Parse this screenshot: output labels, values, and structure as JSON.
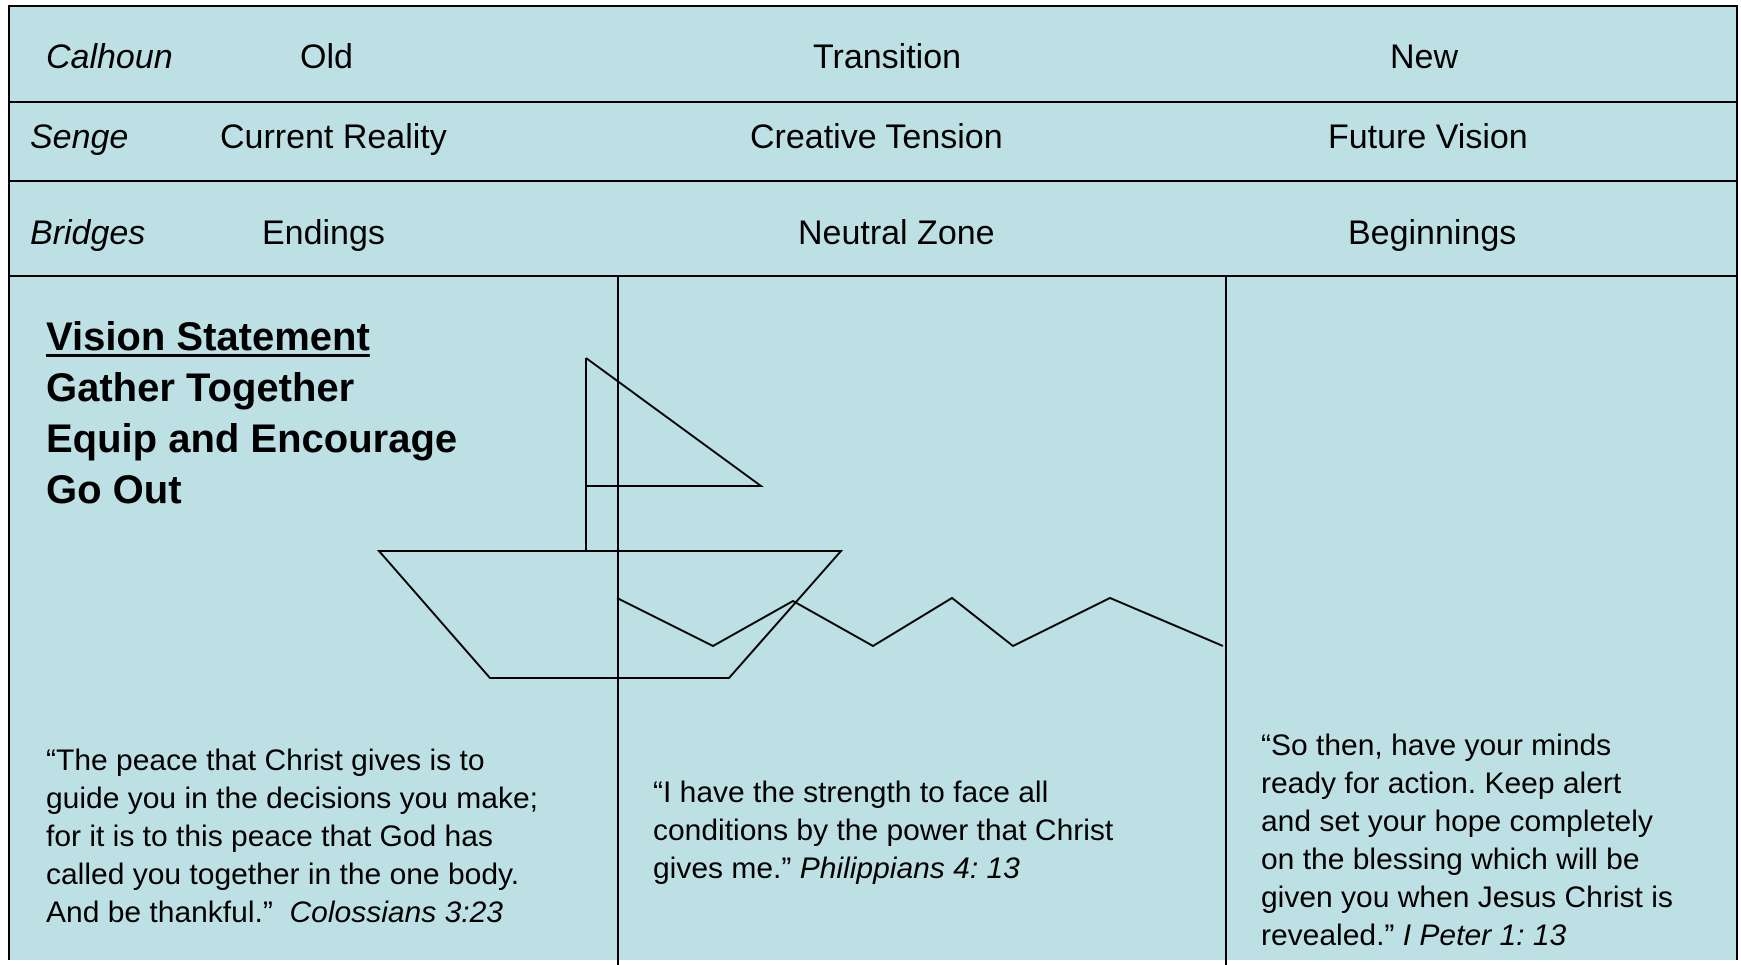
{
  "rows": [
    {
      "author": "Calhoun",
      "stages": [
        "Old",
        "Transition",
        "New"
      ]
    },
    {
      "author": "Senge",
      "stages": [
        "Current Reality",
        "Creative Tension",
        "Future Vision"
      ]
    },
    {
      "author": "Bridges",
      "stages": [
        "Endings",
        "Neutral Zone",
        "Beginnings"
      ]
    }
  ],
  "vision": {
    "title": "Vision Statement",
    "lines": [
      "Gather Together",
      "Equip and Encourage",
      "Go Out"
    ]
  },
  "quotes": [
    {
      "lines": [
        "“The peace that Christ gives is to",
        "guide you in the decisions you make;",
        "for it is to this peace that God has",
        "called you together in the one body.",
        "And be thankful.”  "
      ],
      "reference": "Colossians 3:23"
    },
    {
      "lines": [
        "“I have the strength to face all",
        "conditions by the power that Christ",
        "gives me.” "
      ],
      "reference": "Philippians 4: 13"
    },
    {
      "lines": [
        "“So then, have your minds",
        "ready for action.  Keep alert",
        "and set your hope completely",
        "on the blessing which will be",
        "given you when Jesus Christ is",
        "revealed.” "
      ],
      "reference": "I Peter 1: 13"
    }
  ],
  "colors": {
    "background": "#bde0e4",
    "lines": "#000000"
  },
  "icons": [
    "boat-drawing-icon",
    "wave-line-icon"
  ]
}
